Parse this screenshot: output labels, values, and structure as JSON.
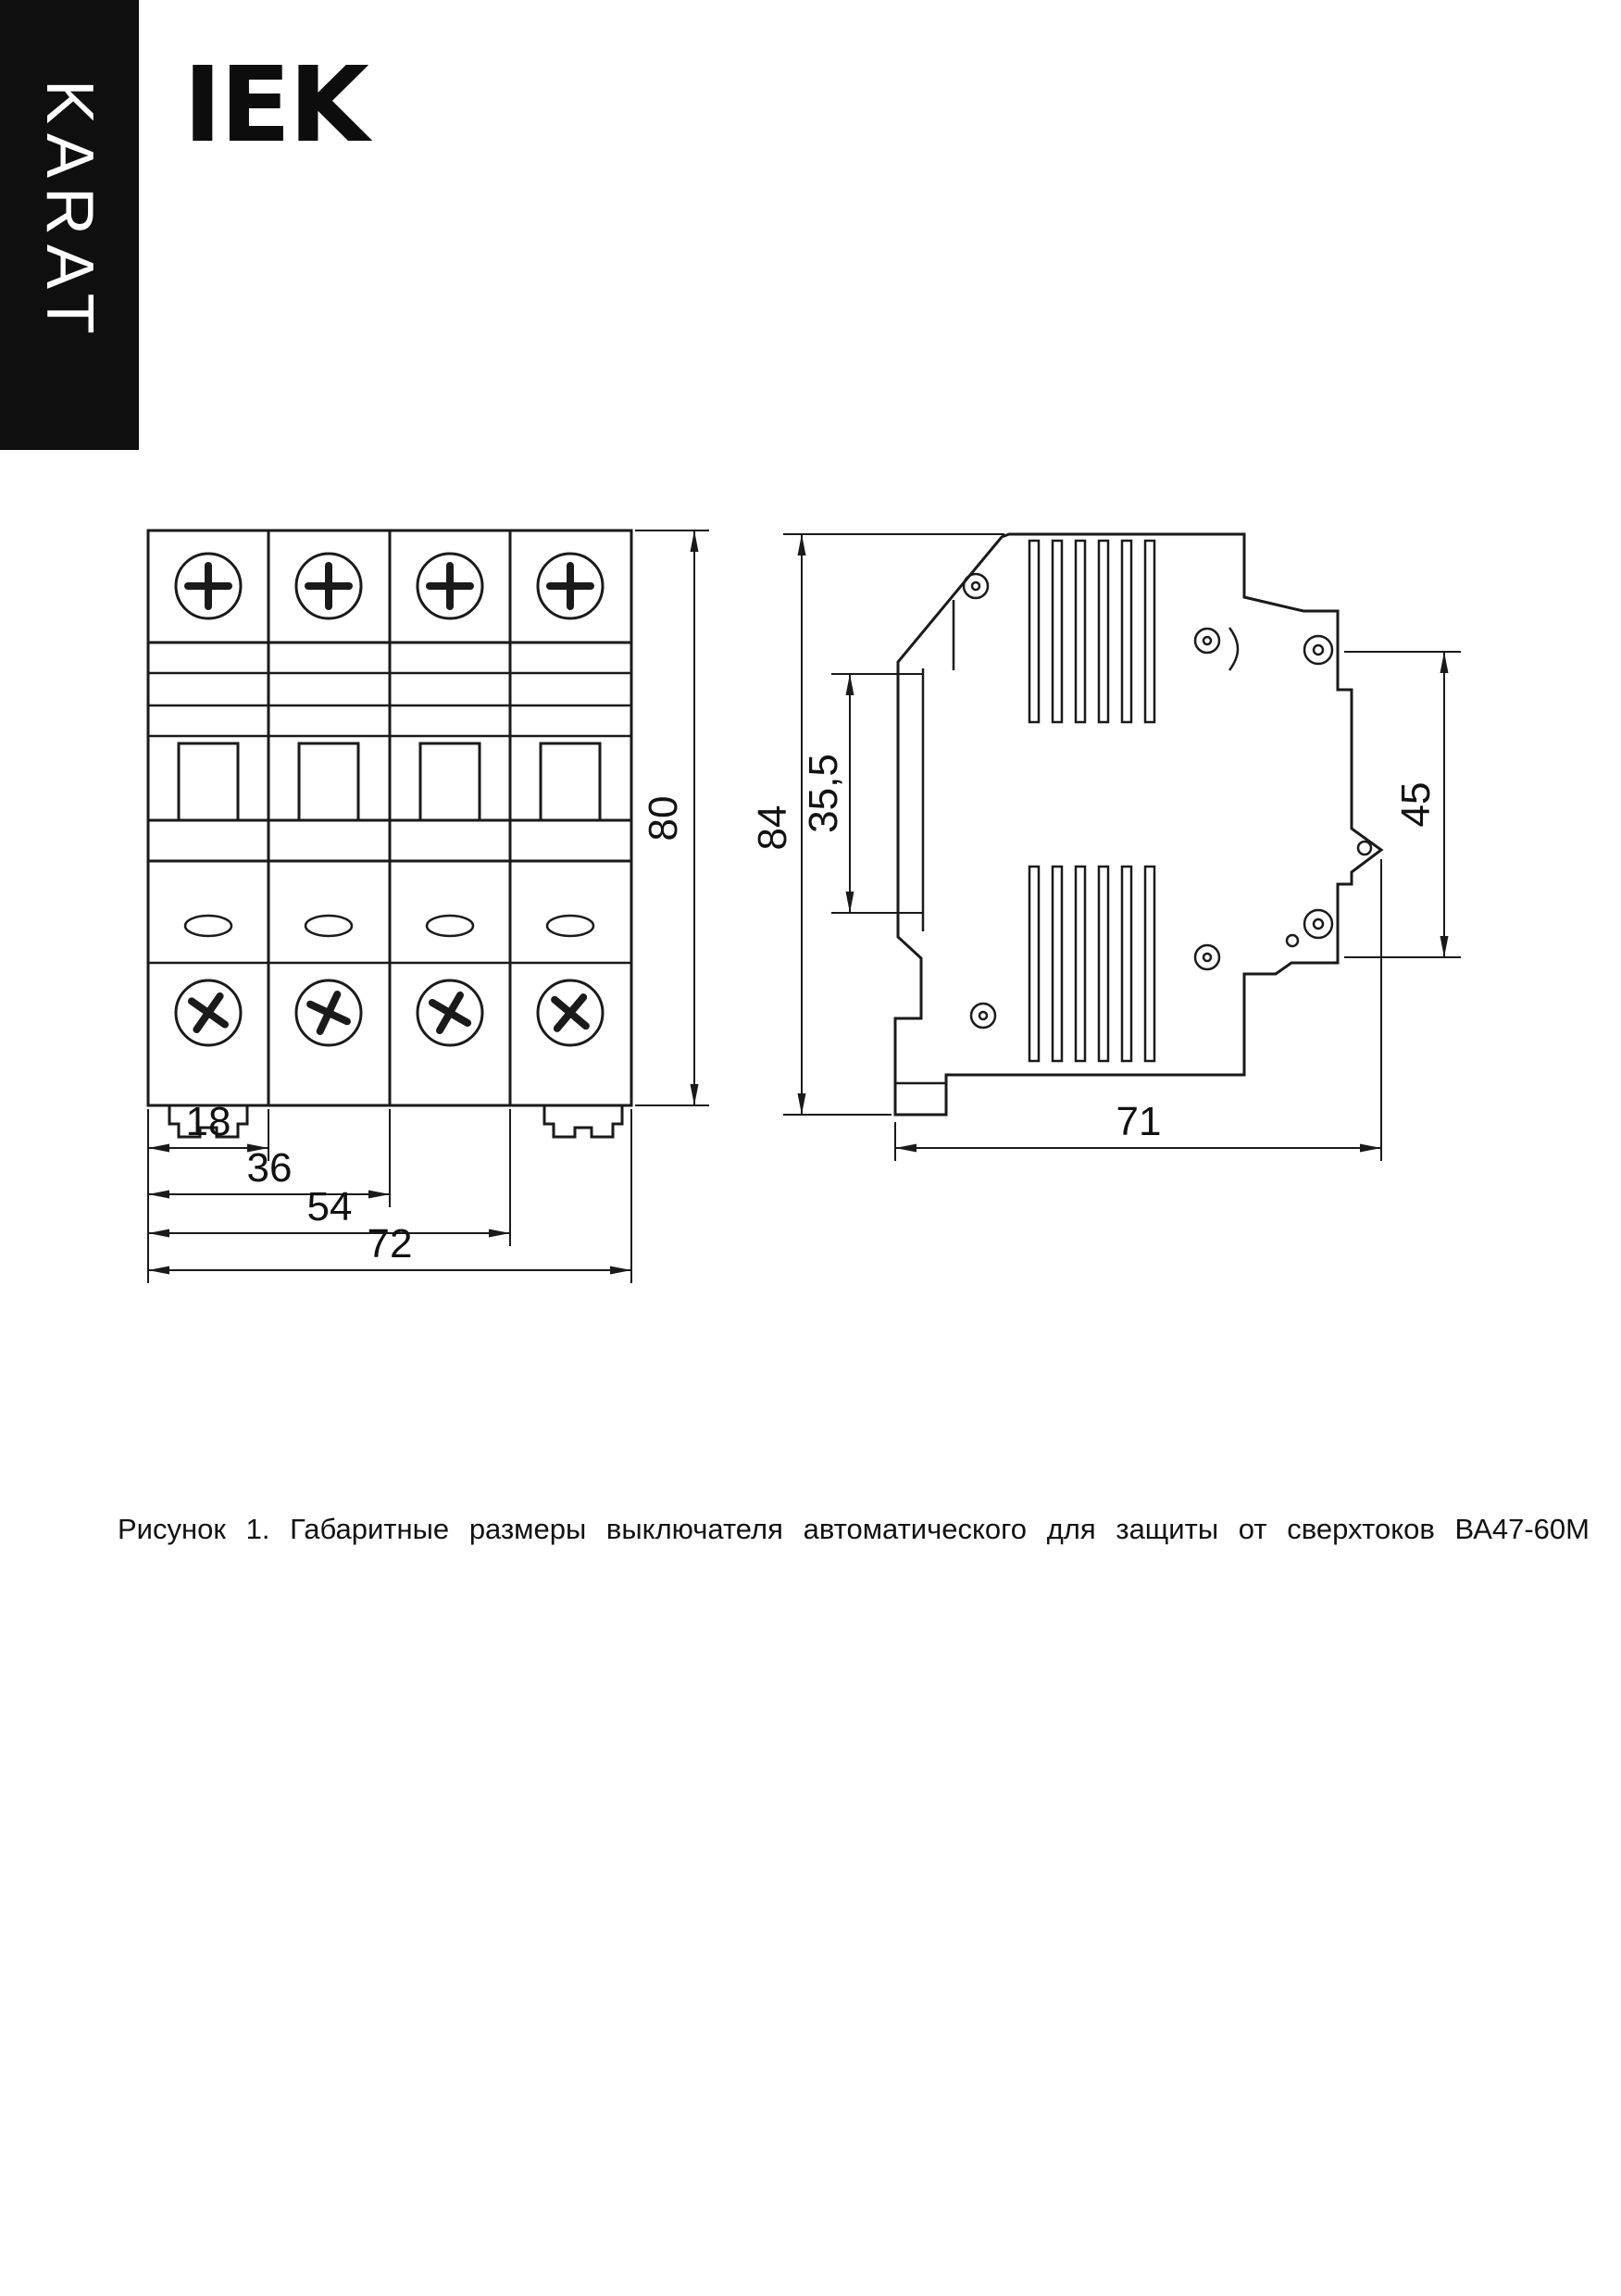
{
  "brand": {
    "karat": "KARAT",
    "logo": "IEK"
  },
  "figure": {
    "caption": "Рисунок 1. Габаритные размеры выключателя автоматического для защиты от сверхтоков ВА47-60М",
    "front_view": {
      "dim_height": "80",
      "dim_w1": "18",
      "dim_w2": "36",
      "dim_w3": "54",
      "dim_w4": "72"
    },
    "side_view": {
      "dim_height": "84",
      "dim_face": "35,5",
      "dim_side": "45",
      "dim_depth": "71"
    }
  },
  "colors": {
    "ink": "#1a1a1a",
    "banner_bg": "#0f0f0f",
    "banner_text": "#ffffff",
    "paper": "#ffffff"
  }
}
